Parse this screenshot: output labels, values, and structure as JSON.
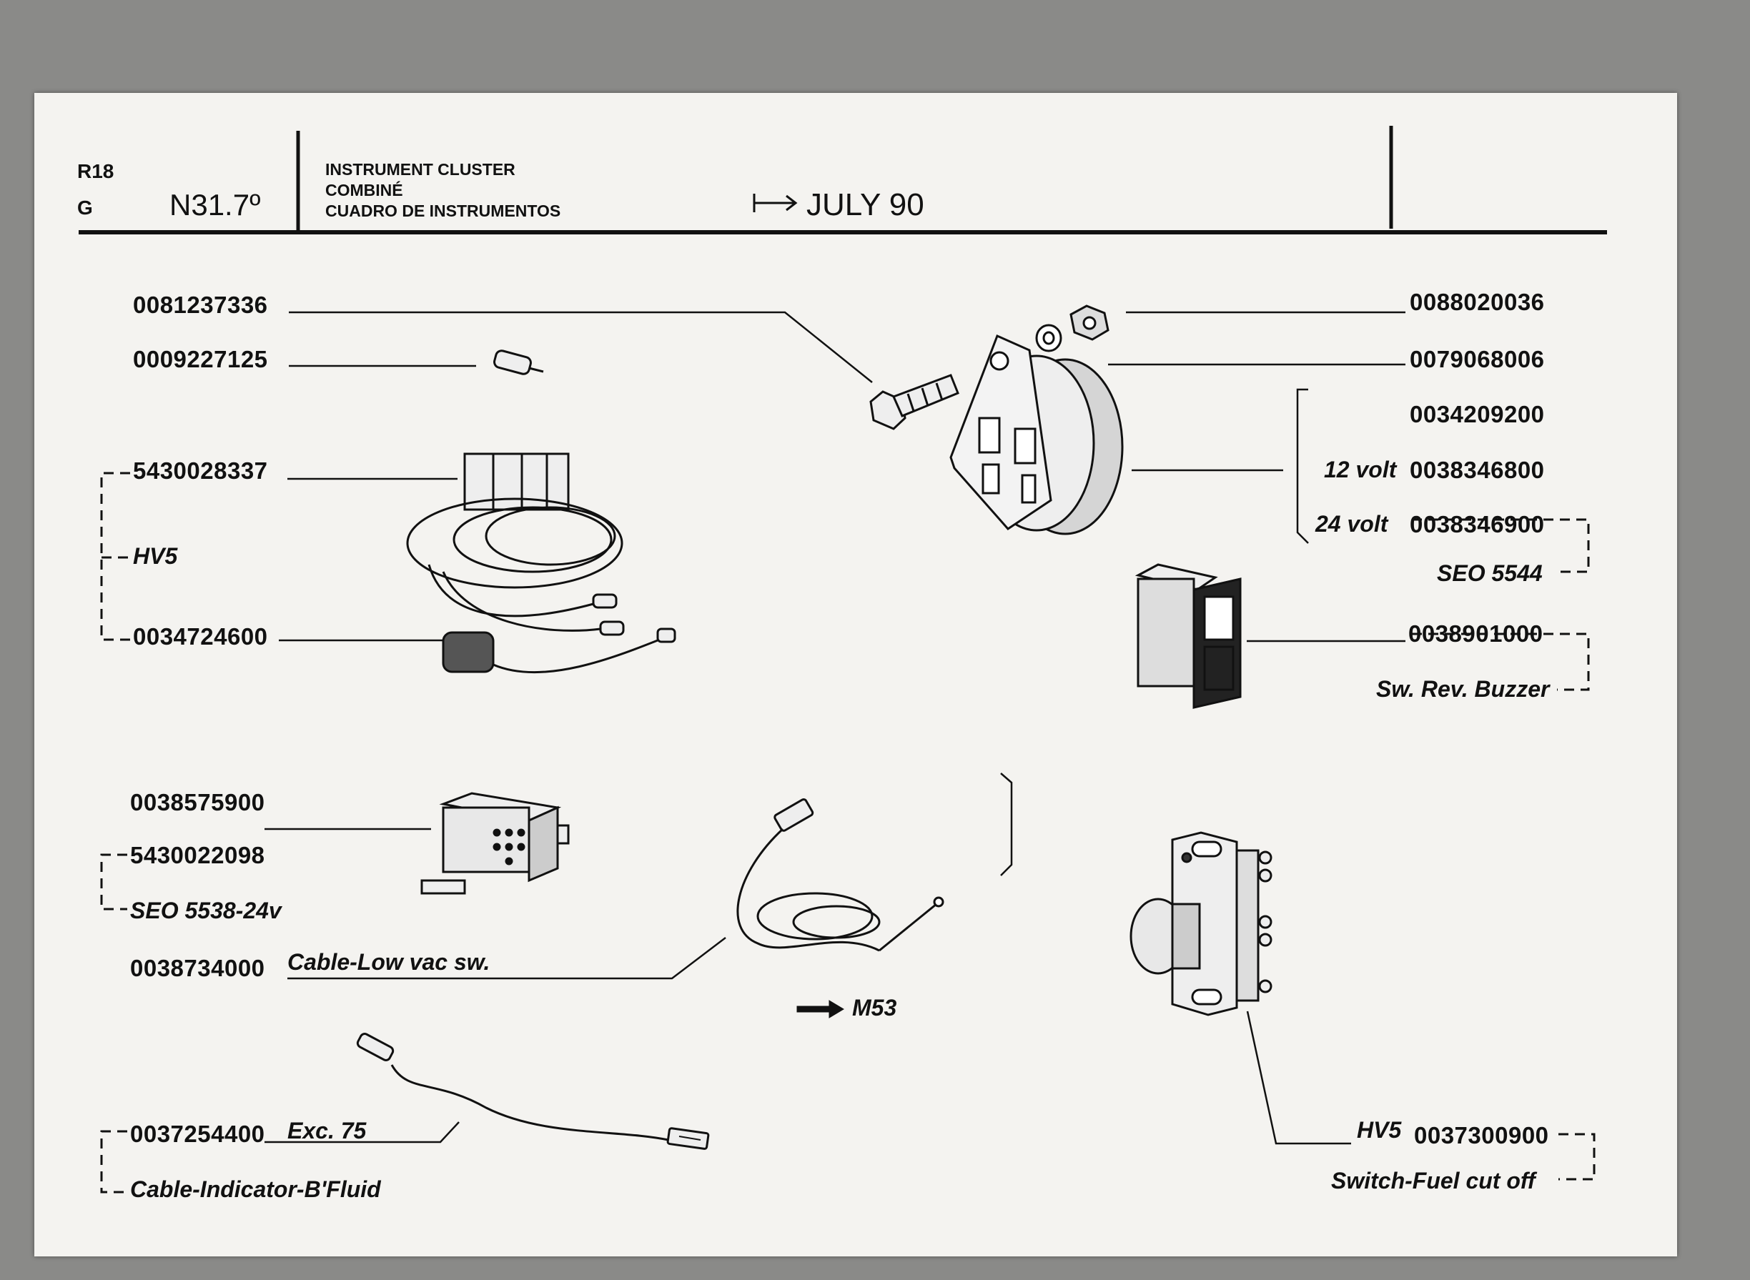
{
  "header": {
    "model": "R18",
    "group": "G",
    "section": "N31.7º",
    "title_lines": [
      "INSTRUMENT CLUSTER",
      "COMBINÉ",
      "CUADRO DE INSTRUMENTOS"
    ],
    "effective": "JULY 90"
  },
  "parts": {
    "bolt": "0081237336",
    "bulb": "0009227125",
    "harness_connector": "5430028337",
    "hv5_left": "HV5",
    "harness_filter": "0034724600",
    "nut": "0088020036",
    "washer": "0079068006",
    "gauge": "0034209200",
    "gauge_12v_label": "12 volt",
    "gauge_12v": "0038346800",
    "gauge_24v_label": "24 volt",
    "gauge_24v": "0038346900",
    "seo_5544": "SEO 5544",
    "rocker_switch": "0038901000",
    "rocker_switch_desc": "Sw. Rev. Buzzer",
    "relay_1": "0038575900",
    "relay_2": "5430022098",
    "seo_5538": "SEO 5538-24v",
    "low_vac_cable": "0038734000",
    "low_vac_desc": "Cable-Low vac sw.",
    "ref_m53": "M53",
    "brake_cable": "0037254400",
    "brake_exc": "Exc. 75",
    "brake_desc": "Cable-Indicator-B'Fluid",
    "hv5_right": "HV5",
    "fuel_switch": "0037300900",
    "fuel_switch_desc": "Switch-Fuel cut off"
  },
  "icons": [
    "right-arrow-icon",
    "bolt-icon",
    "bulb-icon",
    "wiring-harness-icon",
    "nut-icon",
    "washer-icon",
    "gauge-icon",
    "rocker-switch-icon",
    "relay-icon",
    "cable-icon",
    "push-switch-icon"
  ]
}
